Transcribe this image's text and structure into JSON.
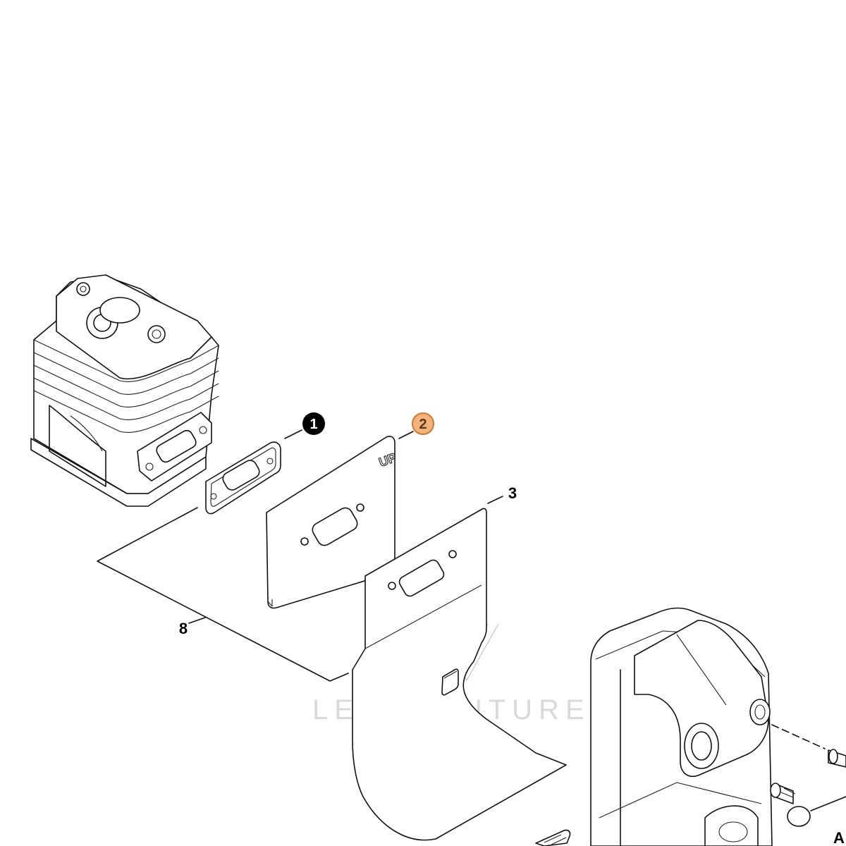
{
  "callouts": {
    "c1": "1",
    "c2": "2",
    "c3": "3",
    "c8": "8",
    "corner": "A"
  },
  "markings": {
    "gasket_up": "UP"
  },
  "watermark": {
    "text": "LEADVENTURE"
  },
  "colors": {
    "line": "#111111",
    "badge_dark": "#000000",
    "badge_highlight_fill": "#f2b27a",
    "badge_highlight_stroke": "#c97a3a",
    "badge_highlight_text": "#5a3312",
    "watermark": "#d9d9d9"
  }
}
